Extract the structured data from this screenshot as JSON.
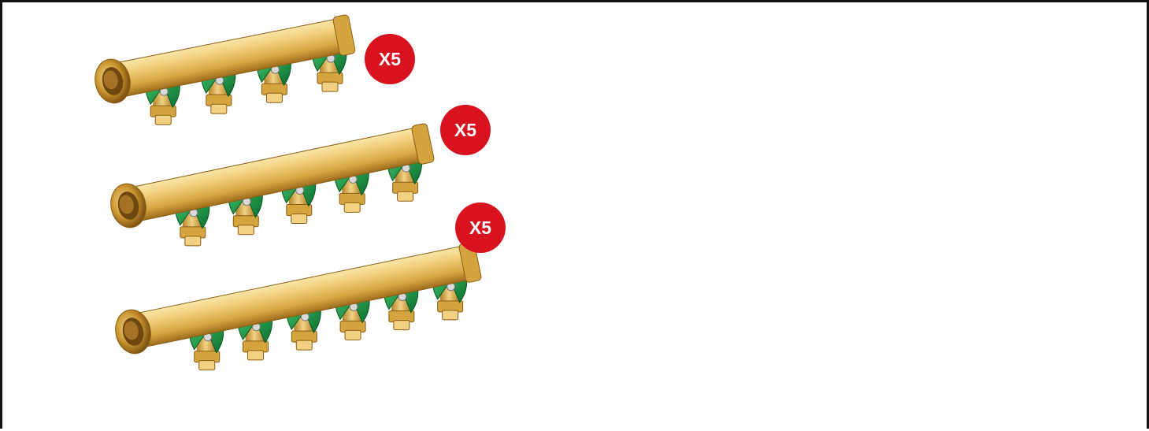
{
  "colors": {
    "brass_light": "#f3d183",
    "brass_mid": "#d4a53e",
    "brass_dark": "#8a5e15",
    "valve_green": "#169a45",
    "badge_red": "#d8121f",
    "frame": "#111111"
  },
  "manifolds": [
    {
      "name": "manifold-4-outlet",
      "outlets": 4,
      "badge": "X5"
    },
    {
      "name": "manifold-5-outlet",
      "outlets": 5,
      "badge": "X5"
    },
    {
      "name": "manifold-6-outlet",
      "outlets": 6,
      "badge": "X5"
    }
  ]
}
